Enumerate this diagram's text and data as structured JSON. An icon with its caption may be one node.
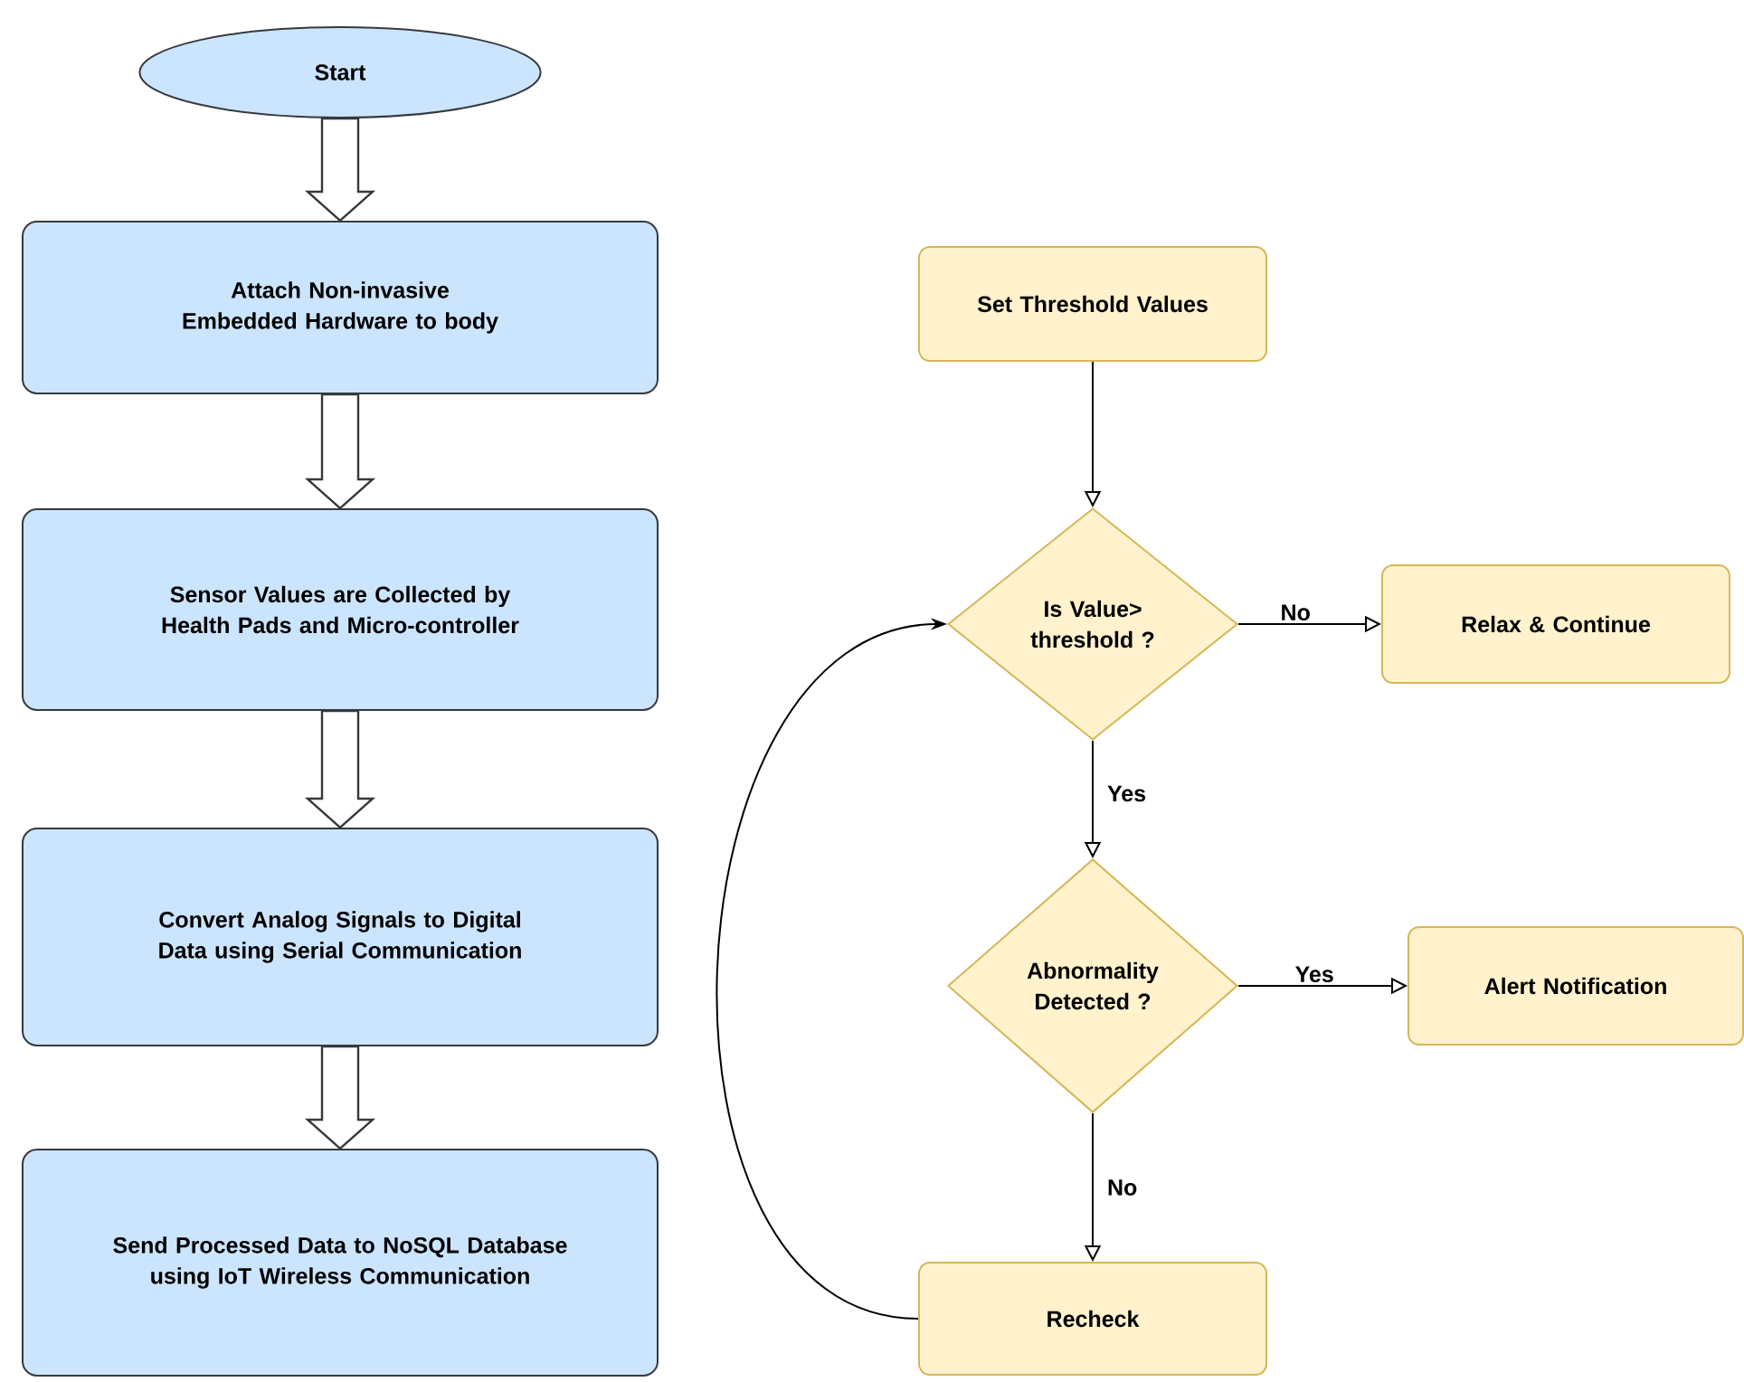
{
  "diagram": {
    "nodes": [
      {
        "text": [
          "Start"
        ]
      },
      {
        "text": [
          "Attach Non-invasive Embedded Hardware to body"
        ]
      },
      {
        "text": [
          "Sensor Values are Collected by Health Pads and Micro-controller"
        ]
      },
      {
        "text": [
          "Convert Analog Signals to Digital Data using Serial Communication"
        ]
      },
      {
        "text": [
          "Send Processed Data to NoSQL Database using IoT Wireless Communication"
        ]
      },
      {
        "text": [
          "Set Threshold Values"
        ]
      },
      {
        "text": [
          "Is Value> threshold ?"
        ]
      },
      {
        "text": [
          "Relax & Continue"
        ]
      },
      {
        "text": [
          "Abnormality Detected ?"
        ]
      },
      {
        "text": [
          "Alert Notification"
        ]
      },
      {
        "text": [
          "Recheck"
        ]
      }
    ],
    "edges": [
      {
        "from": 0,
        "to": 1,
        "arrow": "to",
        "style": "thick"
      },
      {
        "from": 1,
        "to": 2,
        "arrow": "to",
        "style": "thick"
      },
      {
        "from": 2,
        "to": 3,
        "arrow": "to",
        "style": "thick"
      },
      {
        "from": 3,
        "to": 4,
        "arrow": "to",
        "style": "thick"
      },
      {
        "from": 5,
        "to": 6,
        "arrow": "to"
      },
      {
        "from": 6,
        "to": 7,
        "arrow": "to",
        "label": "No"
      },
      {
        "from": 6,
        "to": 8,
        "arrow": "to",
        "label": "Yes"
      },
      {
        "from": 8,
        "to": 9,
        "arrow": "to",
        "label": "Yes"
      },
      {
        "from": 8,
        "to": 10,
        "arrow": "to",
        "label": "No"
      },
      {
        "from": 10,
        "to": 6,
        "arrow": "to"
      }
    ]
  }
}
